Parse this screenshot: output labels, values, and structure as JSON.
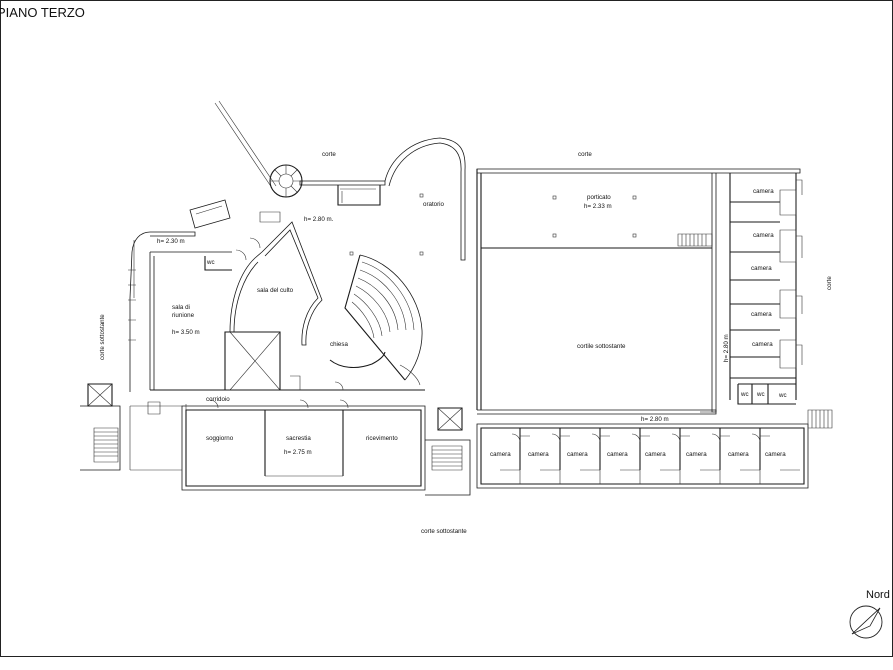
{
  "title": "PIANO TERZO",
  "north_label": "Nord",
  "rooms": {
    "corte_top_left": "corte",
    "corte_top_right": "corte",
    "corte_right": "corte",
    "corte_left": "corte sottostante",
    "corte_bottom": "corte sottostante",
    "h_280_top": "h= 2.80 m.",
    "oratorio": "oratorio",
    "h_230": "h= 2.30 m",
    "wc_left": "wc",
    "sala_del_culto": "sala del culto",
    "sala_di_riunione_1": "sala di",
    "sala_di_riunione_2": "riunione",
    "h_350": "h= 3.50 m",
    "chiesa": "chiesa",
    "porticato": "porticato",
    "h_233": "h= 2.33 m",
    "cortile_sottostante": "cortile sottostante",
    "h_280_vertical": "h= 2.80 m",
    "h_280_bottom": "h= 2.80 m",
    "corridoio": "corridoio",
    "soggiorno": "soggiorno",
    "sacrestia": "sacrestia",
    "h_275": "h= 2.75 m",
    "ricevimento": "ricevimento",
    "camera_r1": "camera",
    "camera_r2": "camera",
    "camera_r3": "camera",
    "camera_r4": "camera",
    "camera_r5": "camera",
    "wc_r1": "wc",
    "wc_r2": "wc",
    "wc_r3": "wc",
    "camera_b1": "camera",
    "camera_b2": "camera",
    "camera_b3": "camera",
    "camera_b4": "camera",
    "camera_b5": "camera",
    "camera_b6": "camera",
    "camera_b7": "camera"
  }
}
